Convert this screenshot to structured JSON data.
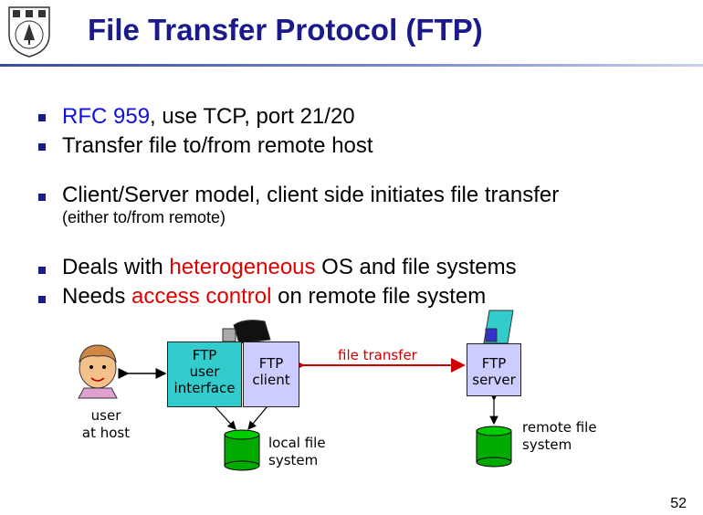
{
  "title": "File Transfer Protocol (FTP)",
  "bullets": {
    "b1": {
      "link": "RFC 959",
      "rest": ", use TCP, port 21/20"
    },
    "b2": {
      "text": "Transfer file to/from remote host"
    },
    "b3": {
      "text": "Client/Server model, client side initiates file transfer",
      "sub": "(either to/from remote)"
    },
    "b4": {
      "pre": "Deals with ",
      "highlight": "heterogeneous",
      "post": " OS and file systems"
    },
    "b5": {
      "pre": "Needs ",
      "highlight": "access control",
      "post": " on remote file system"
    }
  },
  "diagram": {
    "user_label": [
      "user",
      "at host"
    ],
    "ftp_user_interface": [
      "FTP",
      "user",
      "interface"
    ],
    "ftp_client": [
      "FTP",
      "client"
    ],
    "file_transfer": "file transfer",
    "ftp_server": [
      "FTP",
      "server"
    ],
    "local_fs": [
      "local file",
      "system"
    ],
    "remote_fs": [
      "remote file",
      "system"
    ]
  },
  "colors": {
    "title": "#1a1a8c",
    "link": "#1010e0",
    "highlight": "#e00000",
    "ui_box": "#33cccc",
    "client_box": "#ccccff",
    "disk": "#00aa00",
    "arrow": "#cc0000"
  },
  "page_number": "52"
}
